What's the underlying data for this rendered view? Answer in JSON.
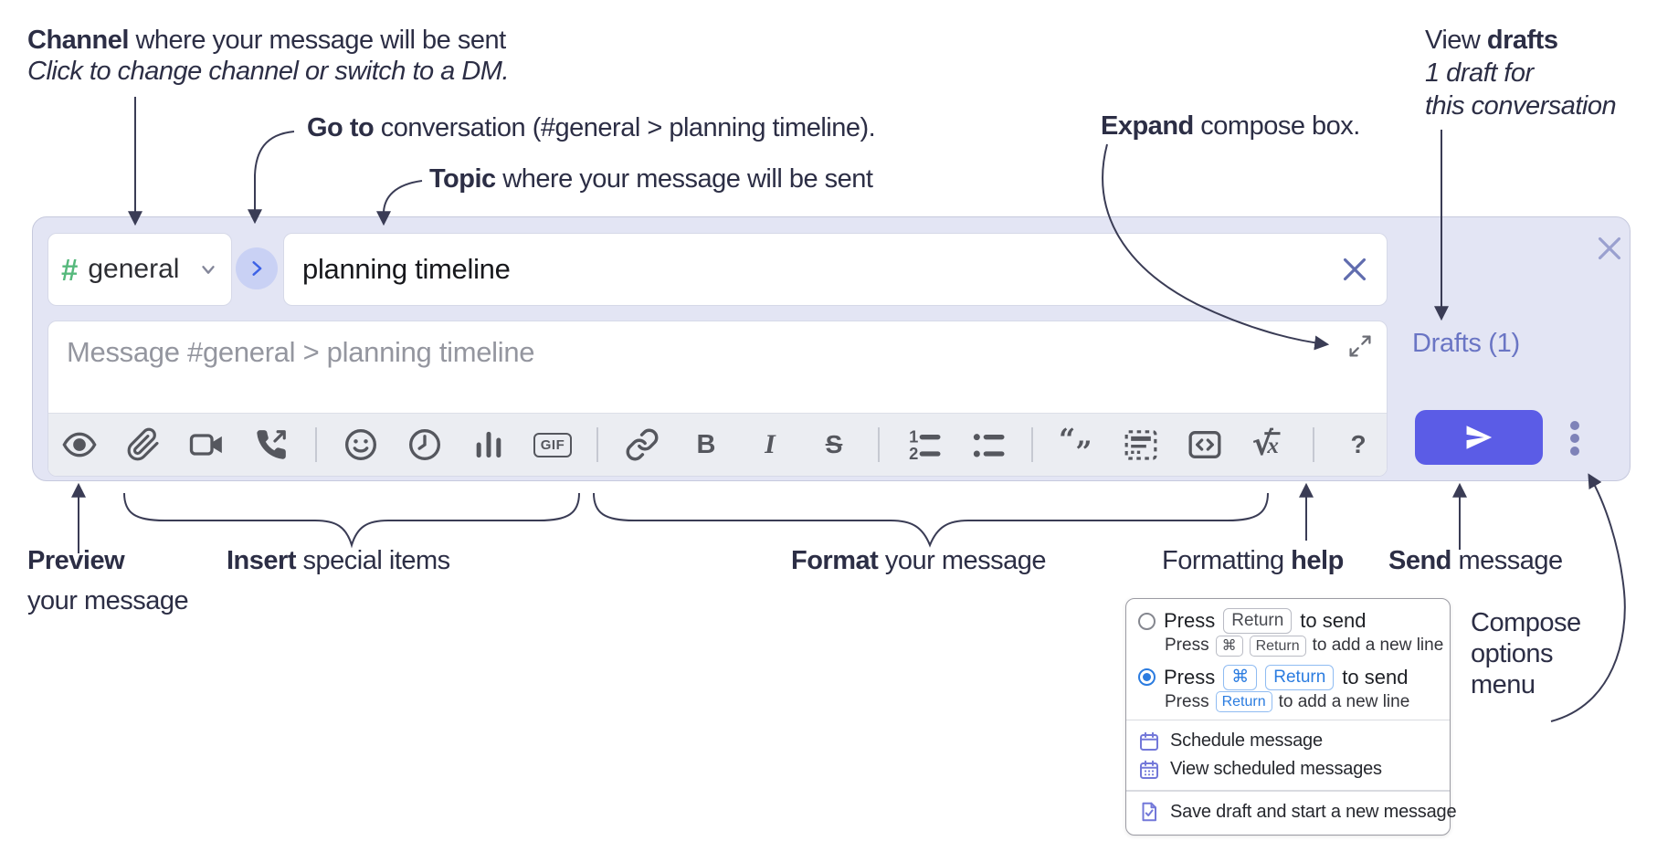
{
  "colors": {
    "annotation_text": "#2c2e45",
    "arrow": "#3a3c55",
    "compose_bg": "#e3e5f4",
    "send_accent": "#5b5ce6",
    "drafts_link": "#6a75c4",
    "channel_hash_green": "#56b97c",
    "radio_selected_blue": "#2b7ce0",
    "menu_icon_purple": "#7378d9",
    "toolbar_icon": "#55575e"
  },
  "annotations": {
    "channel": {
      "bold": "Channel",
      "rest": " where your message will be sent",
      "subline": "Click to change channel or switch to a DM."
    },
    "go_to": {
      "bold": "Go to",
      "rest": " conversation (#general > planning timeline)."
    },
    "topic": {
      "bold": "Topic",
      "rest": " where your message will be sent"
    },
    "expand": {
      "bold": "Expand",
      "rest": " compose box."
    },
    "view_drafts": {
      "line1_regular": "View ",
      "line1_bold": "drafts",
      "line2": "1 draft for",
      "line3": "this conversation"
    },
    "preview": {
      "bold": "Preview",
      "line2": "your message"
    },
    "insert": {
      "bold": "Insert",
      "rest": " special items"
    },
    "format": {
      "bold": "Format",
      "rest": " your message"
    },
    "formatting_help": {
      "regular": "Formatting ",
      "bold": "help"
    },
    "send": {
      "bold": "Send",
      "rest": " message"
    },
    "compose_options": {
      "line1": "Compose",
      "line2": "options",
      "line3": "menu"
    }
  },
  "compose": {
    "channel_selector": {
      "hash": "#",
      "label": "general"
    },
    "topic_input": {
      "value": "planning timeline"
    },
    "message_input": {
      "placeholder": "Message #general > planning timeline"
    },
    "drafts_link_label": "Drafts (1)",
    "toolbar": {
      "gif_label": "GIF",
      "bold_label": "B",
      "italic_label": "I",
      "strike_label": "S",
      "ol_1": "1",
      "ol_2": "2",
      "math_sqrt": "√",
      "math_x": "x",
      "quote_open": "“",
      "quote_close": "”",
      "help_label": "?"
    }
  },
  "options_menu": {
    "rows": [
      {
        "pre": "Press",
        "key1": "Return",
        "post": "to send",
        "sub_pre": "Press",
        "sub_key1": "⌘",
        "sub_key2": "Return",
        "sub_post": "to add a new line"
      },
      {
        "pre": "Press",
        "key1": "⌘",
        "key2": "Return",
        "post": "to send",
        "sub_pre": "Press",
        "sub_key1": "Return",
        "sub_post": "to add a new line"
      }
    ],
    "items": [
      {
        "label": "Schedule message"
      },
      {
        "label": "View scheduled messages"
      },
      {
        "label": "Save draft and start a new message"
      }
    ]
  }
}
